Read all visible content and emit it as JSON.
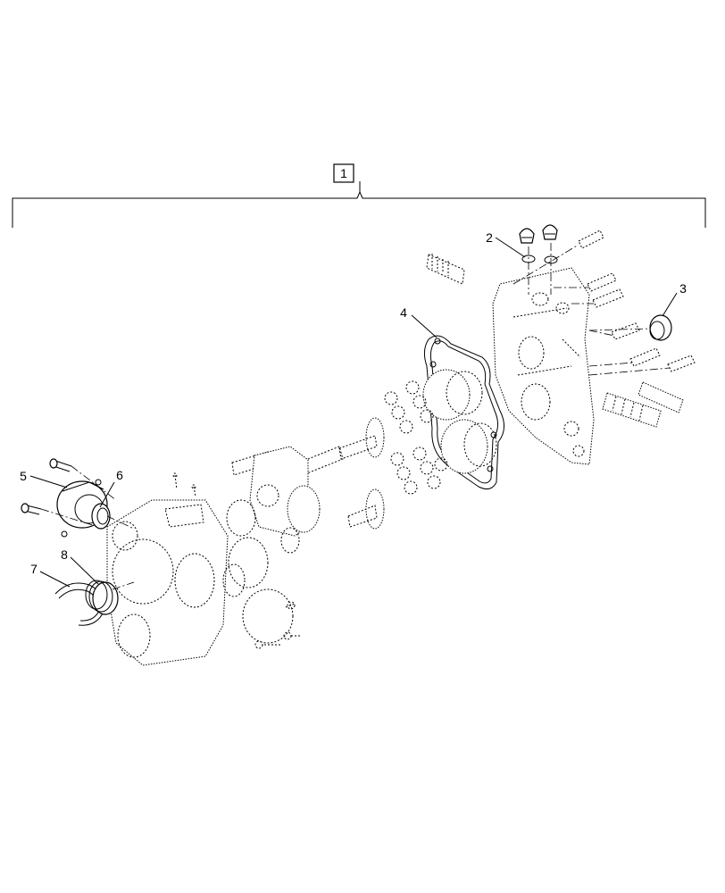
{
  "assembly": {
    "callout": "1"
  },
  "callouts": [
    {
      "id": "c2",
      "label": "2"
    },
    {
      "id": "c3",
      "label": "3"
    },
    {
      "id": "c4",
      "label": "4"
    },
    {
      "id": "c5",
      "label": "5"
    },
    {
      "id": "c6",
      "label": "6"
    },
    {
      "id": "c7",
      "label": "7"
    },
    {
      "id": "c8",
      "label": "8"
    }
  ]
}
